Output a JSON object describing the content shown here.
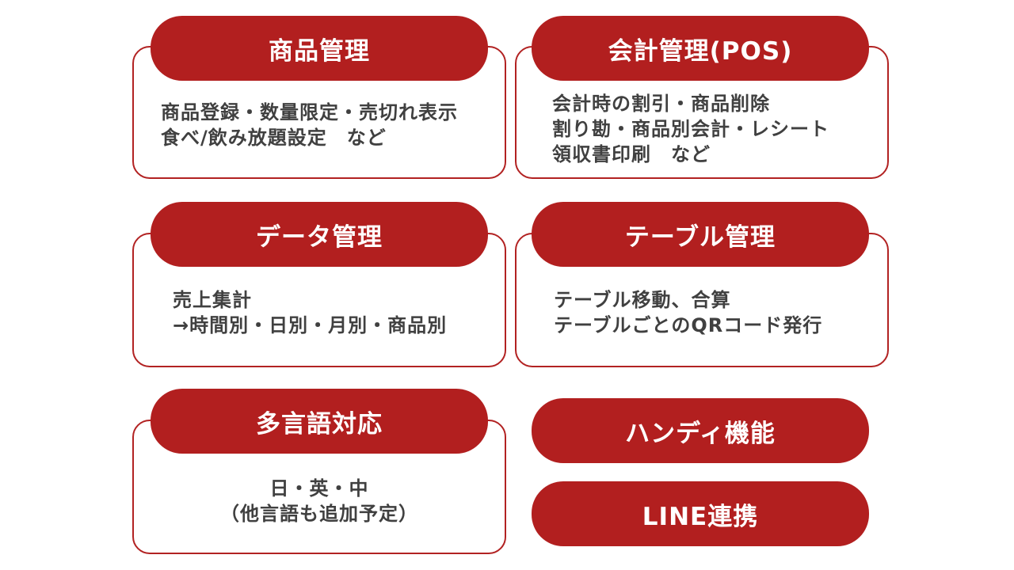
{
  "colors": {
    "accent": "#b21f1f",
    "text": "#404040",
    "background": "#ffffff"
  },
  "cards": [
    {
      "title": "商品管理",
      "lines": [
        "商品登録・数量限定・売切れ表示",
        "食べ/飲み放題設定　など"
      ]
    },
    {
      "title": "会計管理(POS)",
      "lines": [
        "会計時の割引・商品削除",
        "割り勘・商品別会計・レシート",
        "領収書印刷　など"
      ]
    },
    {
      "title": "データ管理",
      "lines": [
        "売上集計",
        "→時間別・日別・月別・商品別"
      ]
    },
    {
      "title": "テーブル管理",
      "lines": [
        "テーブル移動、合算",
        "テーブルごとのQRコード発行"
      ]
    },
    {
      "title": "多言語対応",
      "lines": [
        "日・英・中",
        "（他言語も追加予定）"
      ]
    }
  ],
  "pills": [
    {
      "title": "ハンディ機能"
    },
    {
      "title": "LINE連携"
    }
  ]
}
